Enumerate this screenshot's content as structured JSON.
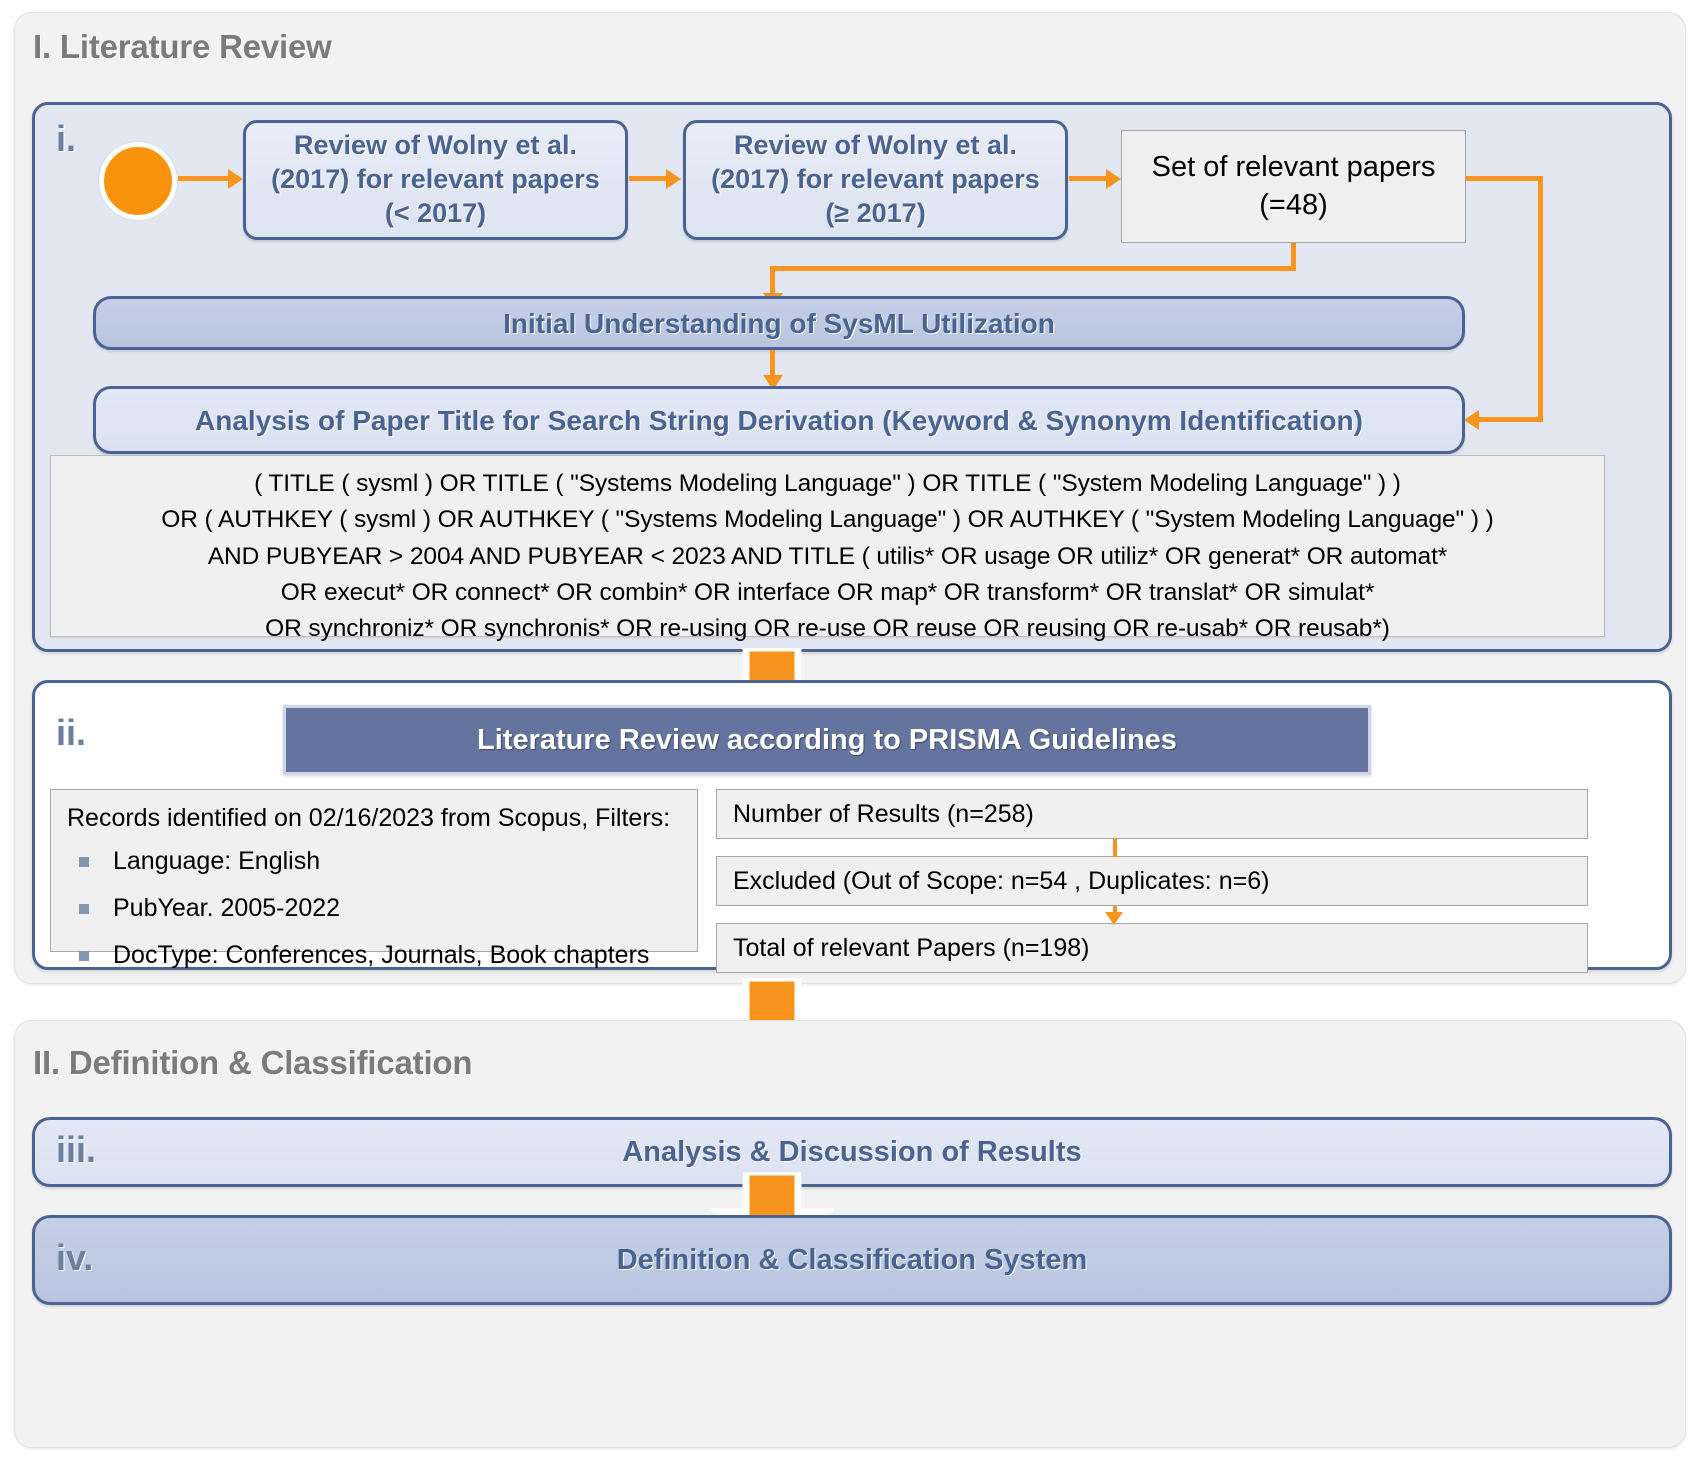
{
  "stages": [
    {
      "id": "stage-1",
      "title": "I. Literature Review"
    },
    {
      "id": "stage-2",
      "title": "II. Definition & Classification"
    }
  ],
  "step_i": {
    "label": "i.",
    "start_node": "start-node",
    "boxes": [
      {
        "name": "review-wolny-pre-2017",
        "text": "Review of Wolny et al. (2017) for relevant papers (< 2017)"
      },
      {
        "name": "review-wolny-post-2017",
        "text": "Review of Wolny et al. (2017) for relevant papers (≥ 2017)"
      },
      {
        "name": "set-of-relevant-papers",
        "line1": "Set of relevant papers",
        "line2": "(=48)"
      }
    ],
    "initial_understanding": "Initial Understanding of SysML Utilization",
    "analysis_title": "Analysis of Paper Title for Search String Derivation (Keyword & Synonym Identification)",
    "search_string_lines": [
      "( TITLE ( sysml )  OR  TITLE ( \"Systems Modeling Language\" )  OR  TITLE ( \"System Modeling Language\" ) )",
      "OR ( AUTHKEY ( sysml )  OR  AUTHKEY ( \"Systems Modeling Language\" )  OR  AUTHKEY ( \"System Modeling Language\" ) )",
      "AND  PUBYEAR  >  2004  AND  PUBYEAR  <  2023 AND TITLE ( utilis*  OR  usage  OR  utiliz*  OR  generat*  OR  automat*",
      "OR  execut*  OR  connect*  OR  combin*  OR  interface  OR  map*  OR  transform*  OR  translat*  OR  simulat*",
      "OR  synchroniz*  OR  synchronis*  OR  re-using  OR  re-use  OR  reuse  OR  reusing OR re-usab* OR reusab*)"
    ]
  },
  "step_ii": {
    "label": "ii.",
    "prisma_header": "Literature Review according to PRISMA Guidelines",
    "filters": {
      "heading": "Records identified on 02/16/2023 from Scopus, Filters:",
      "items": [
        "Language: English",
        "PubYear. 2005-2022",
        "DocType: Conferences, Journals, Book chapters"
      ]
    },
    "results": [
      {
        "name": "number-of-results",
        "text": "Number of Results (n=258)"
      },
      {
        "name": "excluded-results",
        "text": "Excluded (Out of Scope: n=54 , Duplicates: n=6)"
      },
      {
        "name": "total-relevant-papers",
        "text": "Total of relevant Papers (n=198)"
      }
    ]
  },
  "step_iii": {
    "label": "iii.",
    "title": "Analysis & Discussion of Results"
  },
  "step_iv": {
    "label": "iv.",
    "title": "Definition & Classification System"
  },
  "colors": {
    "orange": "#f7941e",
    "start_node": "#f9930c",
    "blue_border": "#4a6392",
    "blue_text": "#4a6392",
    "prisma_bg": "#64749e",
    "stage_bg": "#f2f2f2",
    "panel_bg": "#e2e7f1",
    "grey_box_bg": "#f0f0f0",
    "stage_title": "#7b7b7b"
  }
}
